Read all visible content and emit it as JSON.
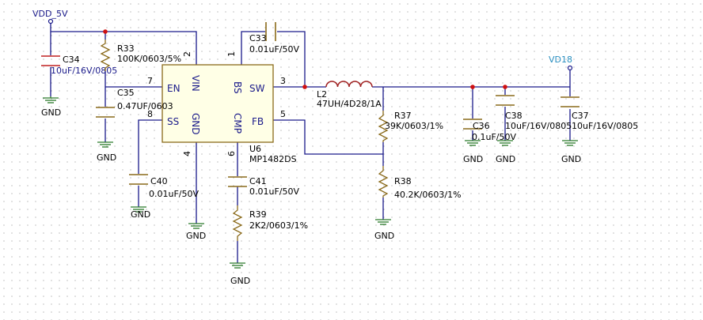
{
  "nets": {
    "vdd": "VDD_5V",
    "vd18": "VD18",
    "gnd": "GND"
  },
  "chip": {
    "ref": "U6",
    "part": "MP1482DS",
    "pins": {
      "en": "EN",
      "ss": "SS",
      "vin": "VIN",
      "gnd": "GND",
      "bs": "BS",
      "sw": "SW",
      "cmp": "CMP",
      "fb": "FB"
    },
    "pin_numbers": {
      "p1": "1",
      "p2": "2",
      "p3": "3",
      "p4": "4",
      "p5": "5",
      "p6": "6",
      "p7": "7",
      "p8": "8"
    }
  },
  "components": {
    "c34": {
      "ref": "C34",
      "value": "10uF/16V/0805"
    },
    "r33": {
      "ref": "R33",
      "value": "100K/0603/5%"
    },
    "c35": {
      "ref": "C35",
      "value": "0.47UF/0603"
    },
    "c40": {
      "ref": "C40",
      "value": "0.01uF/50V"
    },
    "c33": {
      "ref": "C33",
      "value": "0.01uF/50V"
    },
    "c41": {
      "ref": "C41",
      "value": "0.01uF/50V"
    },
    "r39": {
      "ref": "R39",
      "value": "2K2/0603/1%"
    },
    "l2": {
      "ref": "L2",
      "value": "47UH/4D28/1A"
    },
    "r37": {
      "ref": "R37",
      "value": "39K/0603/1%"
    },
    "r38": {
      "ref": "R38",
      "value": "40.2K/0603/1%"
    },
    "c36": {
      "ref": "C36",
      "value": "0.1uF/50V"
    },
    "c38": {
      "ref": "C38",
      "value": "10uF/16V/0805"
    },
    "c37": {
      "ref": "C37",
      "value": "10uF/16V/0805"
    }
  },
  "colors": {
    "wire": "#1a1a8a",
    "capacitor": "#8a6a1a",
    "ground": "#2a7a2a",
    "junction": "#d01010",
    "inductor": "#a02020",
    "vd18_label": "#2a8fc0"
  }
}
